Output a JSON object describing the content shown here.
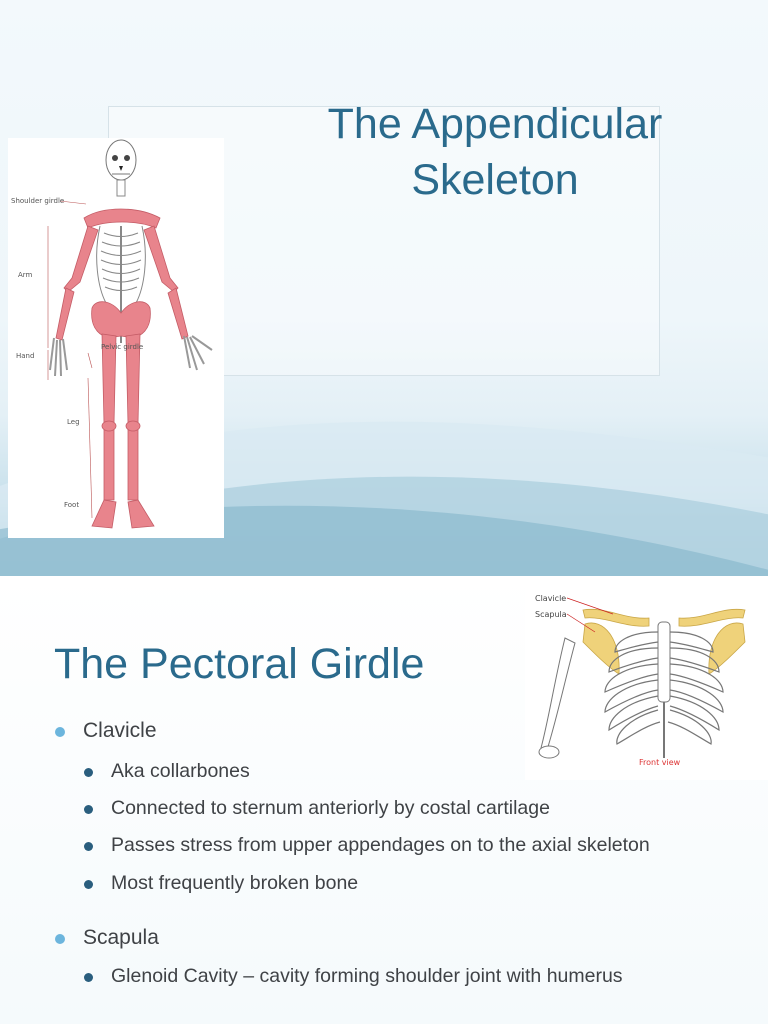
{
  "slide1": {
    "title_line1": "The Appendicular",
    "title_line2": "Skeleton",
    "diagram_labels": {
      "shoulder": "Shoulder girdle",
      "arm": "Arm",
      "hand": "Hand",
      "pelvic": "Pelvic girdle",
      "leg": "Leg",
      "foot": "Foot"
    },
    "colors": {
      "title": "#2a6a8c",
      "bone_highlight": "#e8848c",
      "wave": "#6fa9c1"
    }
  },
  "slide2": {
    "title": "The Pectoral Girdle",
    "diagram_labels": {
      "clavicle": "Clavicle",
      "scapula": "Scapula",
      "view": "Front view"
    },
    "bullets": [
      {
        "text": "Clavicle",
        "sub": [
          "Aka collarbones",
          "Connected to sternum anteriorly by costal cartilage",
          "Passes stress from upper appendages on to the axial skeleton",
          "Most frequently broken bone"
        ]
      },
      {
        "text": "Scapula",
        "sub": [
          "Glenoid Cavity – cavity forming shoulder joint with humerus"
        ]
      }
    ],
    "colors": {
      "title": "#2a6a8c",
      "bullet_l1": "#6cb5dd",
      "bullet_l2": "#2a5e7e",
      "girdle_highlight": "#efd27a"
    }
  }
}
